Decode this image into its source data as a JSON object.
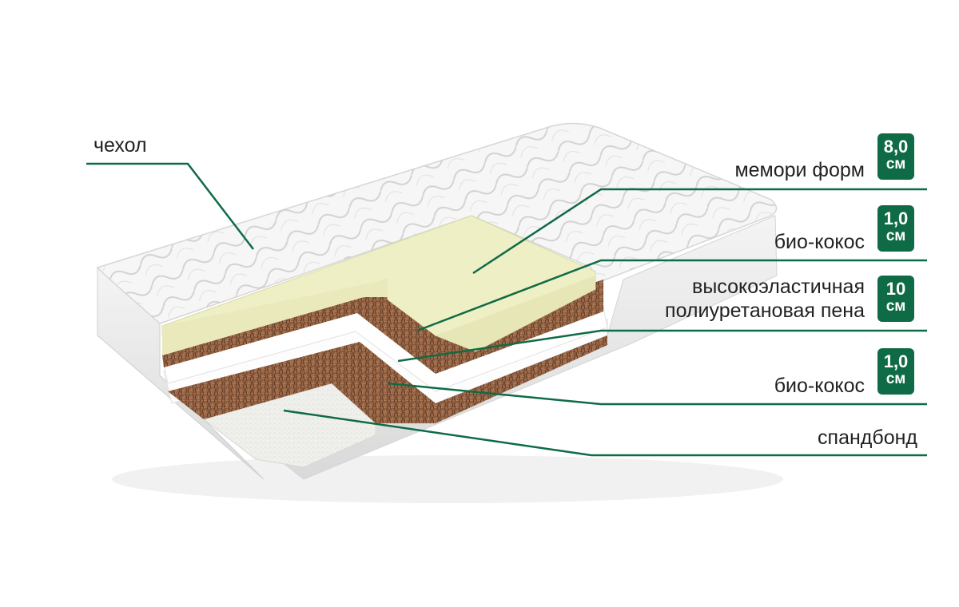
{
  "labels": {
    "cover": "чехол",
    "memory_foam": "мемори форм",
    "bio_coconut_top": "био-кокос",
    "ha_foam_line1": "высокоэластичная",
    "ha_foam_line2": "полиуретановая пена",
    "bio_coconut_bottom": "био-кокос",
    "spunbond": "спандбонд"
  },
  "badges": {
    "memory_foam": {
      "value": "8,0",
      "unit": "см"
    },
    "bio_coconut_top": {
      "value": "1,0",
      "unit": "см"
    },
    "ha_foam": {
      "value": "10",
      "unit": "см"
    },
    "bio_coconut_bottom": {
      "value": "1,0",
      "unit": "см"
    }
  },
  "colors": {
    "accent_green": "#0f6b45",
    "leader_line": "#0f6b45",
    "memory_foam": "#efefc8",
    "coconut": "#8a5a3c",
    "foam": "#fbfbfb",
    "spunbond": "#eeeeea",
    "cover": "#f3f3f3"
  }
}
